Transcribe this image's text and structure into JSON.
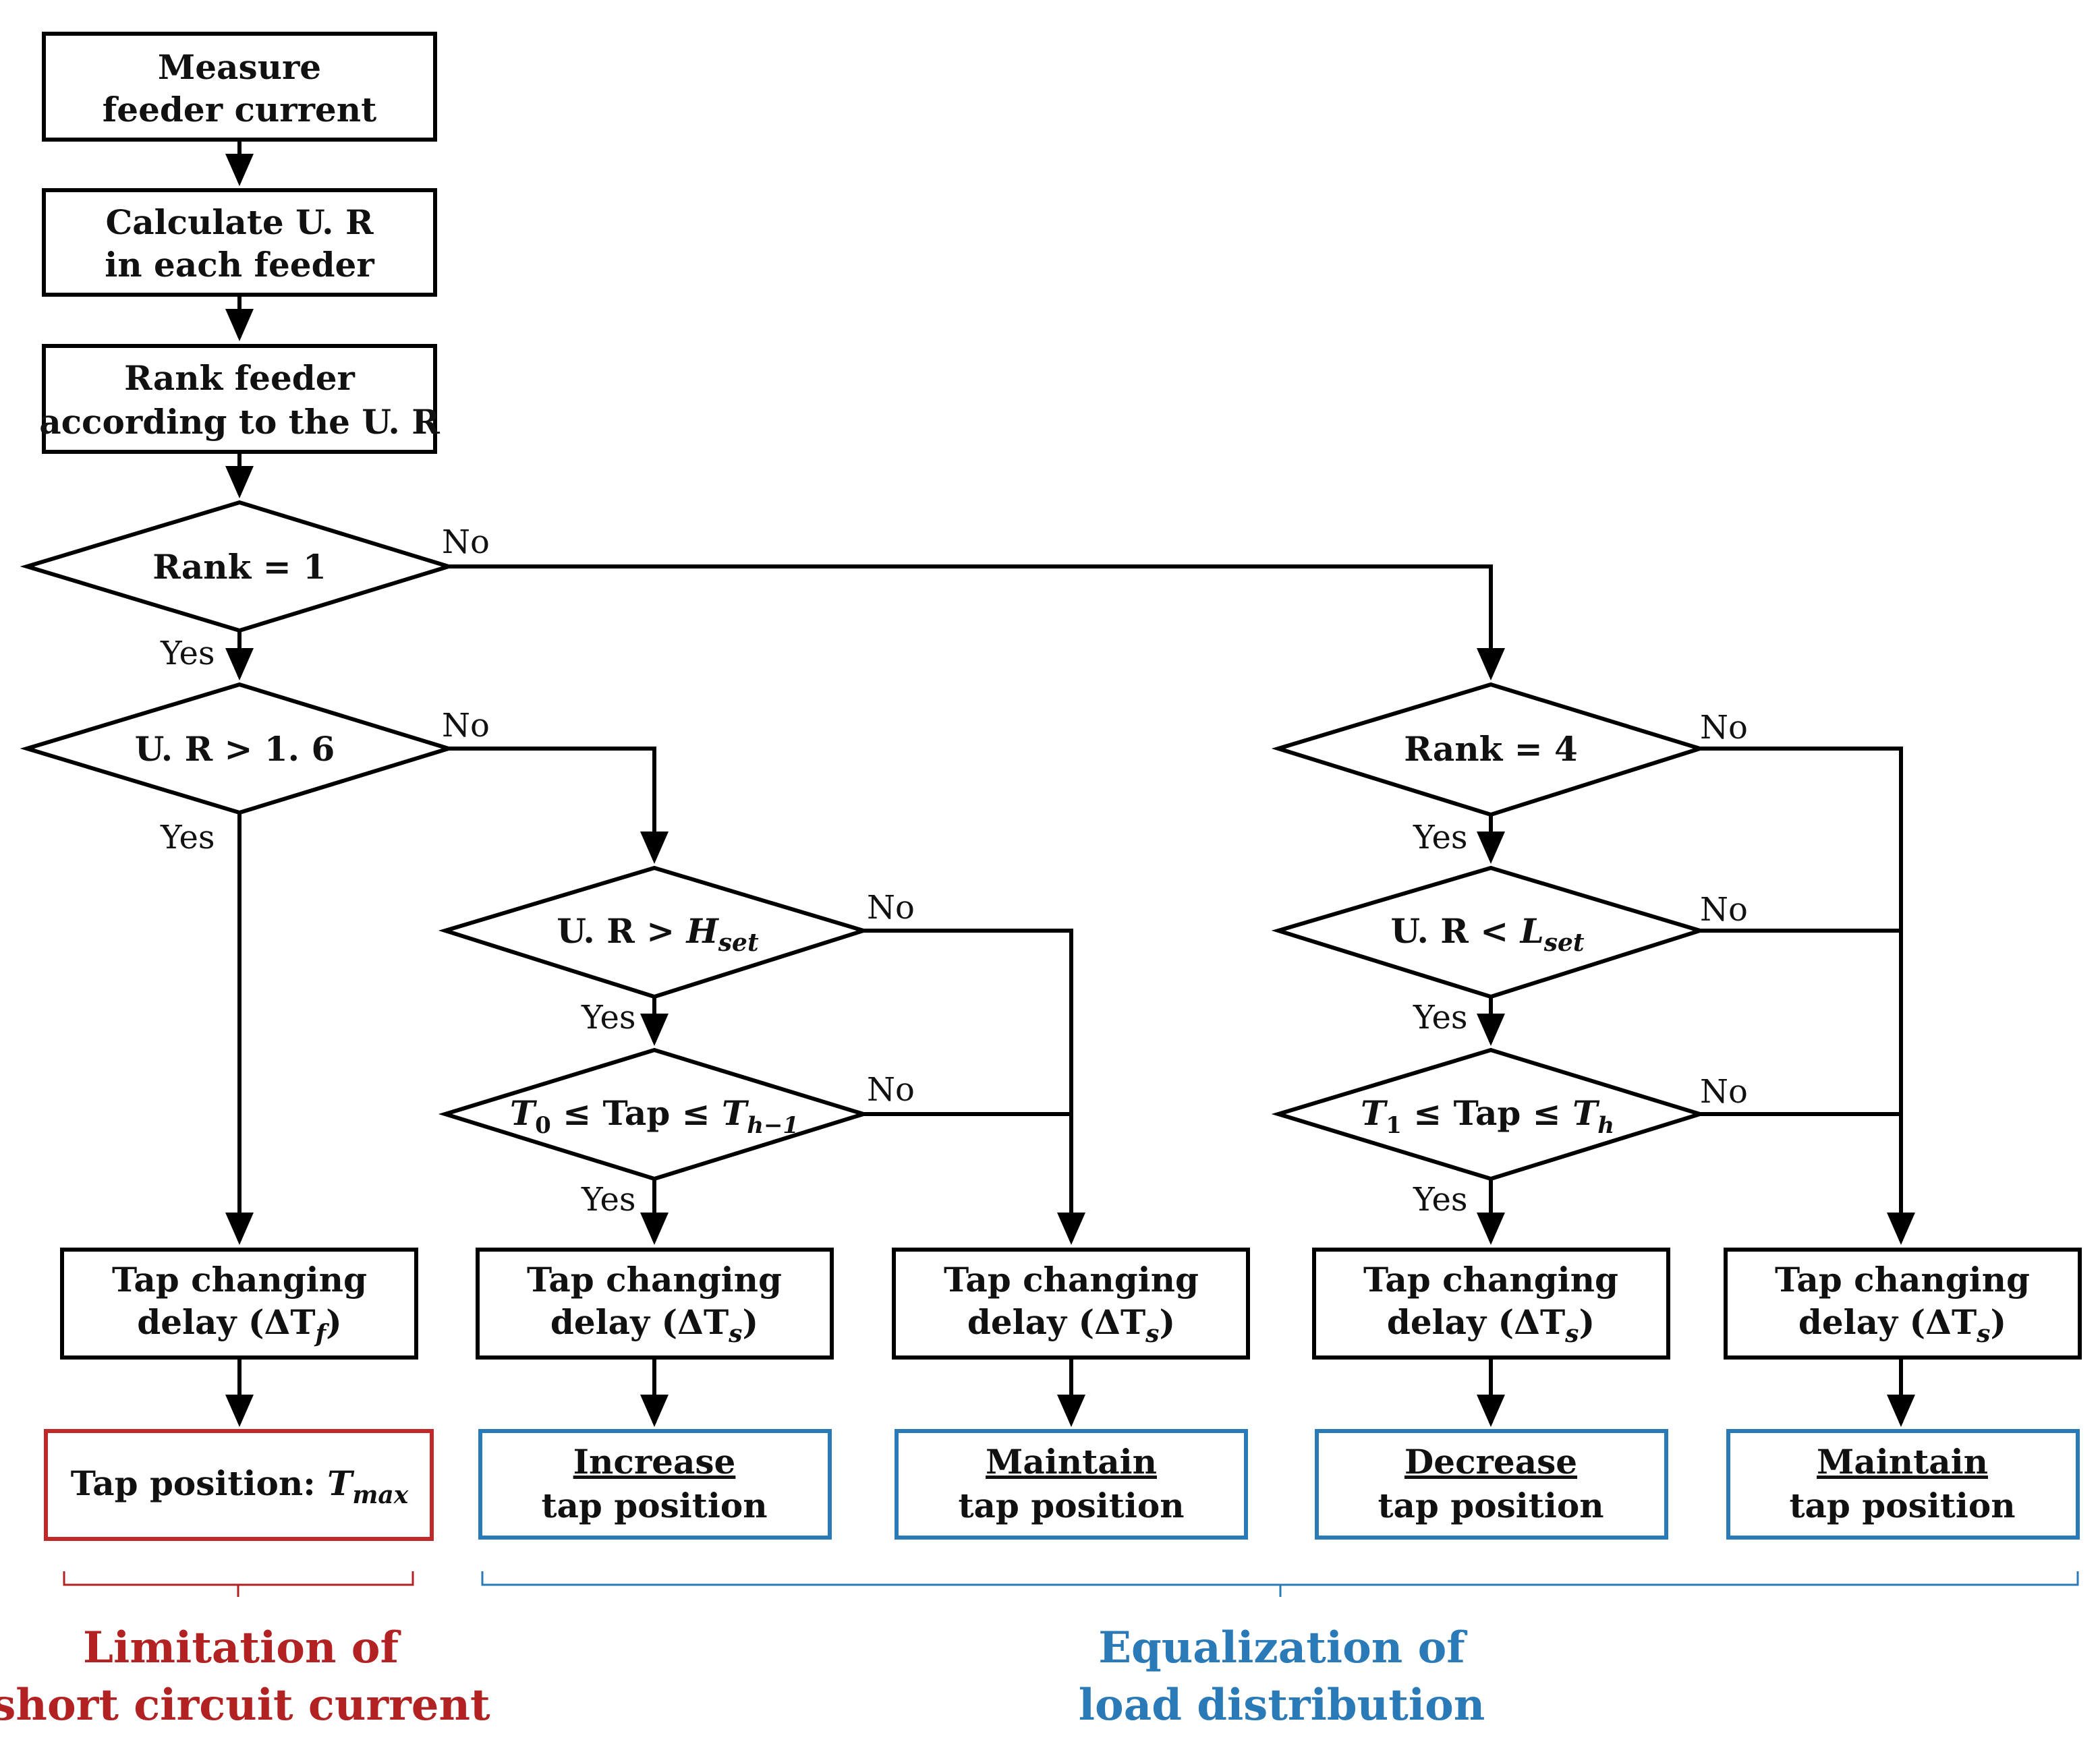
{
  "nodes": {
    "measure": {
      "line1": "Measure",
      "line2": "feeder current"
    },
    "calculate": {
      "line1": "Calculate U. R",
      "line2": "in each feeder"
    },
    "rank_feeder": {
      "line1": "Rank feeder",
      "line2": "according to the U. R"
    },
    "rank1": {
      "text": "Rank = 1"
    },
    "ur16": {
      "text": "U. R > 1. 6"
    },
    "rank4": {
      "text": "Rank = 4"
    },
    "hset": {
      "prefix": "U. R > ",
      "var": "H",
      "sub": "set"
    },
    "lset": {
      "prefix": "U. R < ",
      "var": "L",
      "sub": "set"
    },
    "tap_range_h": {
      "a": "T",
      "a_sub": "0",
      "mid": " ≤ Tap ≤ ",
      "b": "T",
      "b_sub": "h−1"
    },
    "tap_range_l": {
      "a": "T",
      "a_sub": "1",
      "mid": " ≤ Tap ≤ ",
      "b": "T",
      "b_sub": "h"
    },
    "delay_f": {
      "line1": "Tap changing",
      "line2_prefix": "delay (ΔT",
      "sub": "f",
      "line2_suffix": ")"
    },
    "delay_s1": {
      "line1": "Tap changing",
      "line2_prefix": "delay (ΔT",
      "sub": "s",
      "line2_suffix": ")"
    },
    "delay_s2": {
      "line1": "Tap changing",
      "line2_prefix": "delay (ΔT",
      "sub": "s",
      "line2_suffix": ")"
    },
    "delay_s3": {
      "line1": "Tap changing",
      "line2_prefix": "delay (ΔT",
      "sub": "s",
      "line2_suffix": ")"
    },
    "delay_s4": {
      "line1": "Tap changing",
      "line2_prefix": "delay (ΔT",
      "sub": "s",
      "line2_suffix": ")"
    },
    "tap_max": {
      "prefix": "Tap position: ",
      "var": "T",
      "sub": "max"
    },
    "increase": {
      "line1": "Increase",
      "line2": "tap position"
    },
    "maintain1": {
      "line1": "Maintain",
      "line2": "tap position"
    },
    "decrease": {
      "line1": "Decrease",
      "line2": "tap position"
    },
    "maintain2": {
      "line1": "Maintain",
      "line2": "tap position"
    }
  },
  "edge_labels": {
    "yes": "Yes",
    "no": "No"
  },
  "groups": {
    "limitation": {
      "line1": "Limitation of",
      "line2": "short circuit current",
      "color": "#b22222"
    },
    "equalization": {
      "line1": "Equalization of",
      "line2": "load distribution",
      "color": "#2a7ab8"
    }
  },
  "colors": {
    "limit_box": "#c0282a",
    "equal_box": "#2a7ab8",
    "line": "#000000"
  }
}
